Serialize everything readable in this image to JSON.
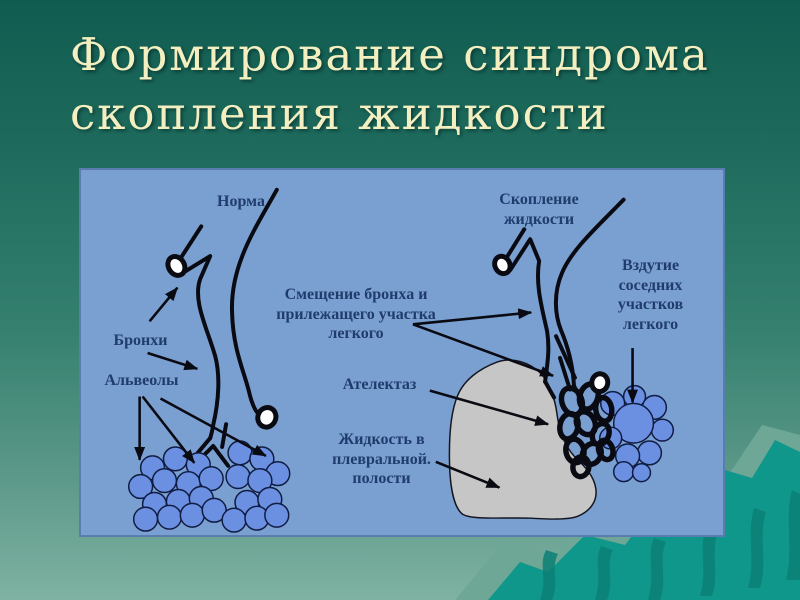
{
  "slide": {
    "title_lines": [
      "Формирование синдрома",
      "скопления жидкости"
    ],
    "labels": {
      "norm": "Норма",
      "fluid_accumulation": "Скопление жидкости",
      "bronchi": "Бронхи",
      "alveoli": "Альвеолы",
      "bronchus_displacement": "Смещение бронха и прилежащего участка легкого",
      "atelectasis": "Ателектаз",
      "pleural_fluid": "Жидкость в плевральной. полости",
      "adjacent_swelling": "Вздутие соседних участков легкого"
    },
    "colors": {
      "title_text": "#f3efc0",
      "background_top": "#115c50",
      "background_bottom": "#7fb2a2",
      "texture_teal": "#10978b",
      "texture_sage": "#6ea796",
      "panel_blue": "#7aa0d1",
      "label_navy": "#1f3c6c",
      "alveoli_blue": "#6b90e2",
      "pleural_gray": "#c6c6c6",
      "line_black": "#0a0a12",
      "ring_white": "#ffffff"
    }
  }
}
